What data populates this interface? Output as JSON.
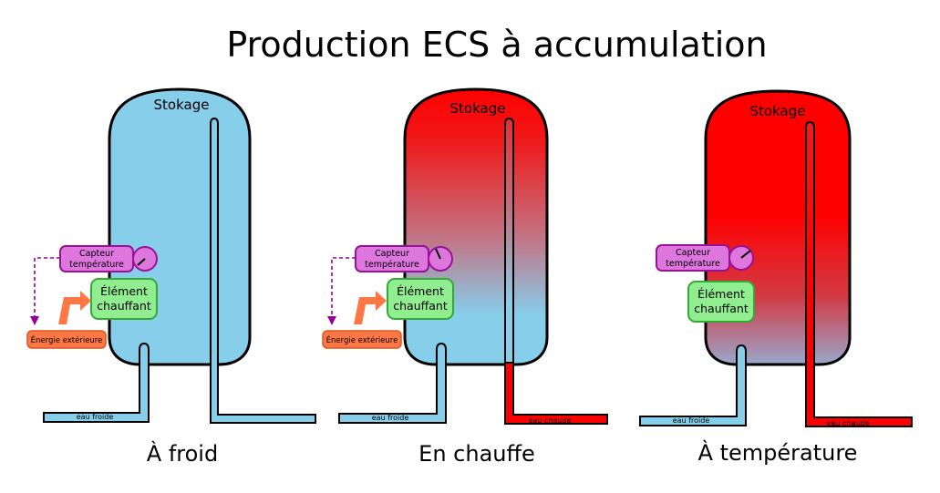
{
  "title": "Production ECS à accumulation",
  "colors": {
    "cold": "#87ceeb",
    "hot": "#ff0000",
    "sensor": "#dd77dd",
    "sensor_border": "#991199",
    "element": "#90ee90",
    "element_border": "#33aa33",
    "energy": "#ff7744",
    "arrow_dashed": "#990099",
    "arrow_energy": "#ff7744"
  },
  "labels": {
    "stockage": "Stokage",
    "capteur_line1": "Capteur",
    "capteur_line2": "température",
    "element_line1": "Élément",
    "element_line2": "chauffant",
    "energie": "Énergie extérieure",
    "eau_froide": "eau froide",
    "eau_chaude": "eau chaude"
  },
  "panels": [
    {
      "name": "froid",
      "caption": "À froid",
      "tank": "cold",
      "hot_outlet": false,
      "energy_active": true,
      "gauge_icon": "gauge-low-icon"
    },
    {
      "name": "chauffe",
      "caption": "En chauffe",
      "tank": "gradient-half",
      "hot_outlet": true,
      "energy_active": true,
      "gauge_icon": "gauge-mid-icon"
    },
    {
      "name": "temperature",
      "caption": "À température",
      "tank": "gradient-hot",
      "hot_outlet": true,
      "energy_active": false,
      "gauge_icon": "gauge-high-icon"
    }
  ]
}
